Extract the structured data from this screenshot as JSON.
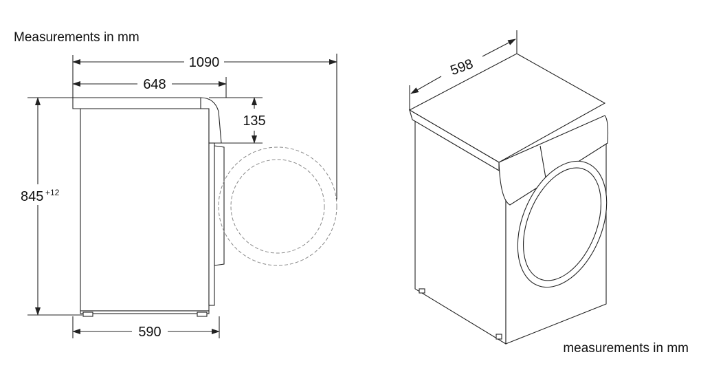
{
  "side_view": {
    "title": "Measurements in mm",
    "dimensions": {
      "overall_depth": "1090",
      "top_depth": "648",
      "door_offset": "135",
      "height": "845",
      "height_tolerance": "+12",
      "body_depth": "590"
    }
  },
  "perspective_view": {
    "width": "598",
    "caption": "measurements in mm"
  },
  "colors": {
    "line": "#222222",
    "door_swing": "#888888",
    "text": "#111111"
  }
}
